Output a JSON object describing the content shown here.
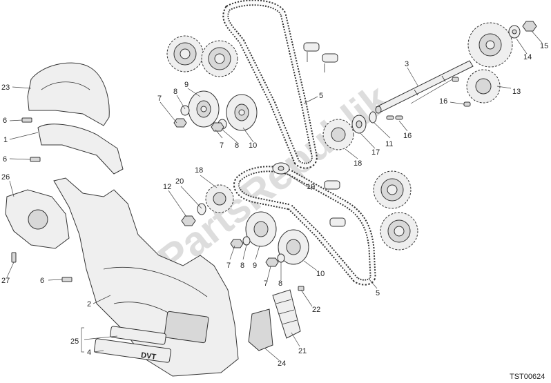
{
  "watermark": "PartsRepublik",
  "reference_code": "TST00624",
  "labels": [
    "1",
    "2",
    "3",
    "4",
    "5",
    "5",
    "6",
    "6",
    "6",
    "7",
    "7",
    "7",
    "7",
    "8",
    "8",
    "8",
    "8",
    "9",
    "9",
    "10",
    "10",
    "10",
    "11",
    "12",
    "13",
    "14",
    "15",
    "16",
    "16",
    "17",
    "18",
    "18",
    "19",
    "20",
    "21",
    "22",
    "23",
    "24",
    "25",
    "26",
    "27"
  ],
  "badge_text": "DVT"
}
